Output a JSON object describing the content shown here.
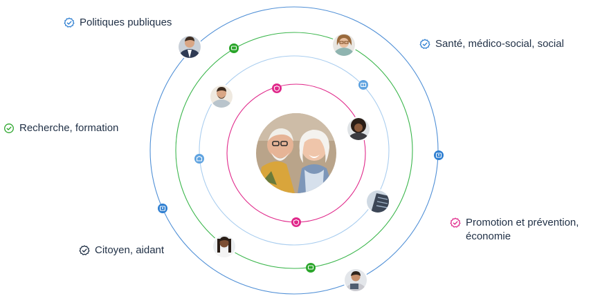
{
  "labels": {
    "politiques": {
      "text": "Politiques publiques",
      "color": "#2f7fd1"
    },
    "sante": {
      "text": "Santé, médico-social, social",
      "color": "#2f7fd1"
    },
    "recherche": {
      "text": "Recherche, formation",
      "color": "#2aa52a"
    },
    "citoyen": {
      "text": "Citoyen, aidant",
      "color": "#1f2f45"
    },
    "promotion": {
      "line1": "Promotion et prévention,",
      "line2": "économie",
      "color": "#e0288a"
    }
  },
  "colors": {
    "ring_outer": "#4f8fd6",
    "ring_green": "#39b54a",
    "ring_lightblue": "#a9cdef",
    "ring_pink": "#e0288a",
    "text": "#1f2f45"
  },
  "center_image": "elderly-couple-photo",
  "avatars": [
    "man-suit-avatar",
    "woman-glasses-avatar",
    "bearded-man-avatar",
    "curly-hair-woman-avatar",
    "building-avatar",
    "braided-woman-avatar",
    "woman-tablet-avatar"
  ],
  "badges": [
    "message-icon",
    "briefcase-icon",
    "building-icon",
    "user-card-icon",
    "shield-icon"
  ]
}
